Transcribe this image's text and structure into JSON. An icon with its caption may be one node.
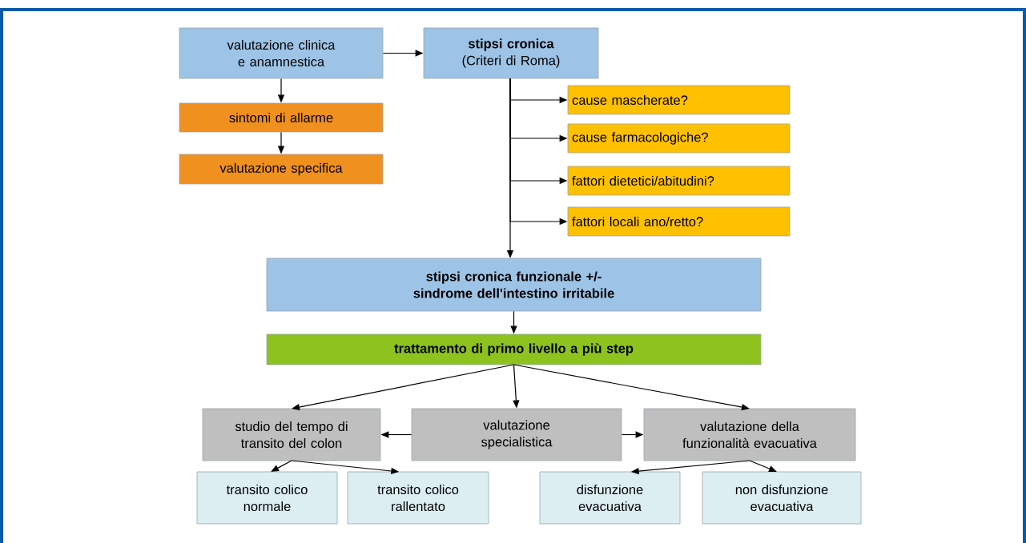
{
  "diagram": {
    "nodes": [
      {
        "text": [
          "valutazione clinica e anamnestica"
        ]
      },
      {
        "text": [
          "stipsi cronica",
          "(Criteri di Roma)"
        ]
      },
      {
        "text": [
          "sintomi di allarme"
        ]
      },
      {
        "text": [
          "valutazione specifica"
        ]
      },
      {
        "text": [
          "cause mascherate?"
        ]
      },
      {
        "text": [
          "cause farmacologiche?"
        ]
      },
      {
        "text": [
          "fattori dietetici/abitudini?"
        ]
      },
      {
        "text": [
          "fattori locali ano/retto?"
        ]
      },
      {
        "text": [
          "stipsi cronica funzionale +/- sindrome dell'intestino irritabile"
        ]
      },
      {
        "text": [
          "trattamento di primo livello a più step"
        ]
      },
      {
        "text": [
          "studio del tempo di transito del colon"
        ]
      },
      {
        "text": [
          "valutazione specialistica"
        ]
      },
      {
        "text": [
          "valutazione della funzionalità evacuativa"
        ]
      },
      {
        "text": [
          "transito colico normale"
        ]
      },
      {
        "text": [
          "transito colico rallentato"
        ]
      },
      {
        "text": [
          "disfunzione evacuativa"
        ]
      },
      {
        "text": [
          "non disfunzione evacuativa"
        ]
      }
    ],
    "edges": [
      {
        "from": 0,
        "to": 1,
        "arrow": "to"
      },
      {
        "from": 0,
        "to": 2,
        "arrow": "to"
      },
      {
        "from": 2,
        "to": 3,
        "arrow": "to"
      },
      {
        "from": 1,
        "to": 4,
        "arrow": "to"
      },
      {
        "from": 1,
        "to": 5,
        "arrow": "to"
      },
      {
        "from": 1,
        "to": 6,
        "arrow": "to"
      },
      {
        "from": 1,
        "to": 7,
        "arrow": "to"
      },
      {
        "from": 1,
        "to": 8,
        "arrow": "to"
      },
      {
        "from": 8,
        "to": 9,
        "arrow": "to"
      },
      {
        "from": 9,
        "to": 10,
        "arrow": "to"
      },
      {
        "from": 9,
        "to": 11,
        "arrow": "to"
      },
      {
        "from": 9,
        "to": 12,
        "arrow": "to"
      },
      {
        "from": 11,
        "to": 10,
        "arrow": "to"
      },
      {
        "from": 11,
        "to": 12,
        "arrow": "to"
      },
      {
        "from": 10,
        "to": 13,
        "arrow": "to"
      },
      {
        "from": 10,
        "to": 14,
        "arrow": "to"
      },
      {
        "from": 12,
        "to": 15,
        "arrow": "to"
      },
      {
        "from": 12,
        "to": 16,
        "arrow": "to"
      }
    ]
  }
}
